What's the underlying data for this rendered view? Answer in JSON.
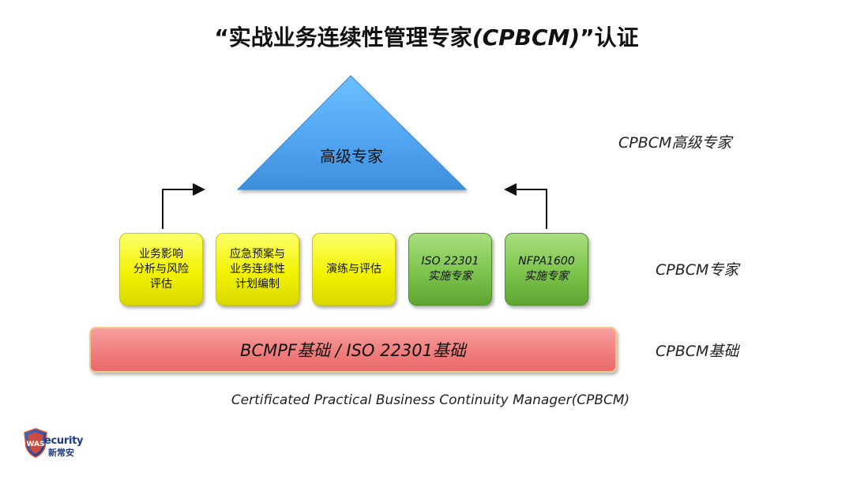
{
  "title": {
    "open_quote": "“",
    "cn_before": "实战业务连续性管理专家",
    "latin": "(CPBCM)",
    "close_quote": "”",
    "cn_after": "认证"
  },
  "pyramid": {
    "label": "高级专家",
    "color": "#4fa3f0"
  },
  "modules": [
    {
      "label": "业务影响\n分析与风险\n评估",
      "color": "yellow"
    },
    {
      "label": "应急预案与\n业务连续性\n计划编制",
      "color": "yellow"
    },
    {
      "label": "演练与评估",
      "color": "yellow"
    },
    {
      "label": "ISO 22301\n实施专家",
      "color": "green"
    },
    {
      "label": "NFPA1600\n实施专家",
      "color": "green"
    }
  ],
  "base": {
    "label": "BCMPF基础 / ISO 22301基础"
  },
  "levels": {
    "top": "CPBCM高级专家",
    "middle": "CPBCM专家",
    "bottom": "CPBCM基础"
  },
  "subtitle": "Certificated Practical Business Continuity Manager(CPBCM)",
  "logo": {
    "shield_text": "WAS",
    "brand": "ecurity",
    "brand_cn": "新常安"
  }
}
